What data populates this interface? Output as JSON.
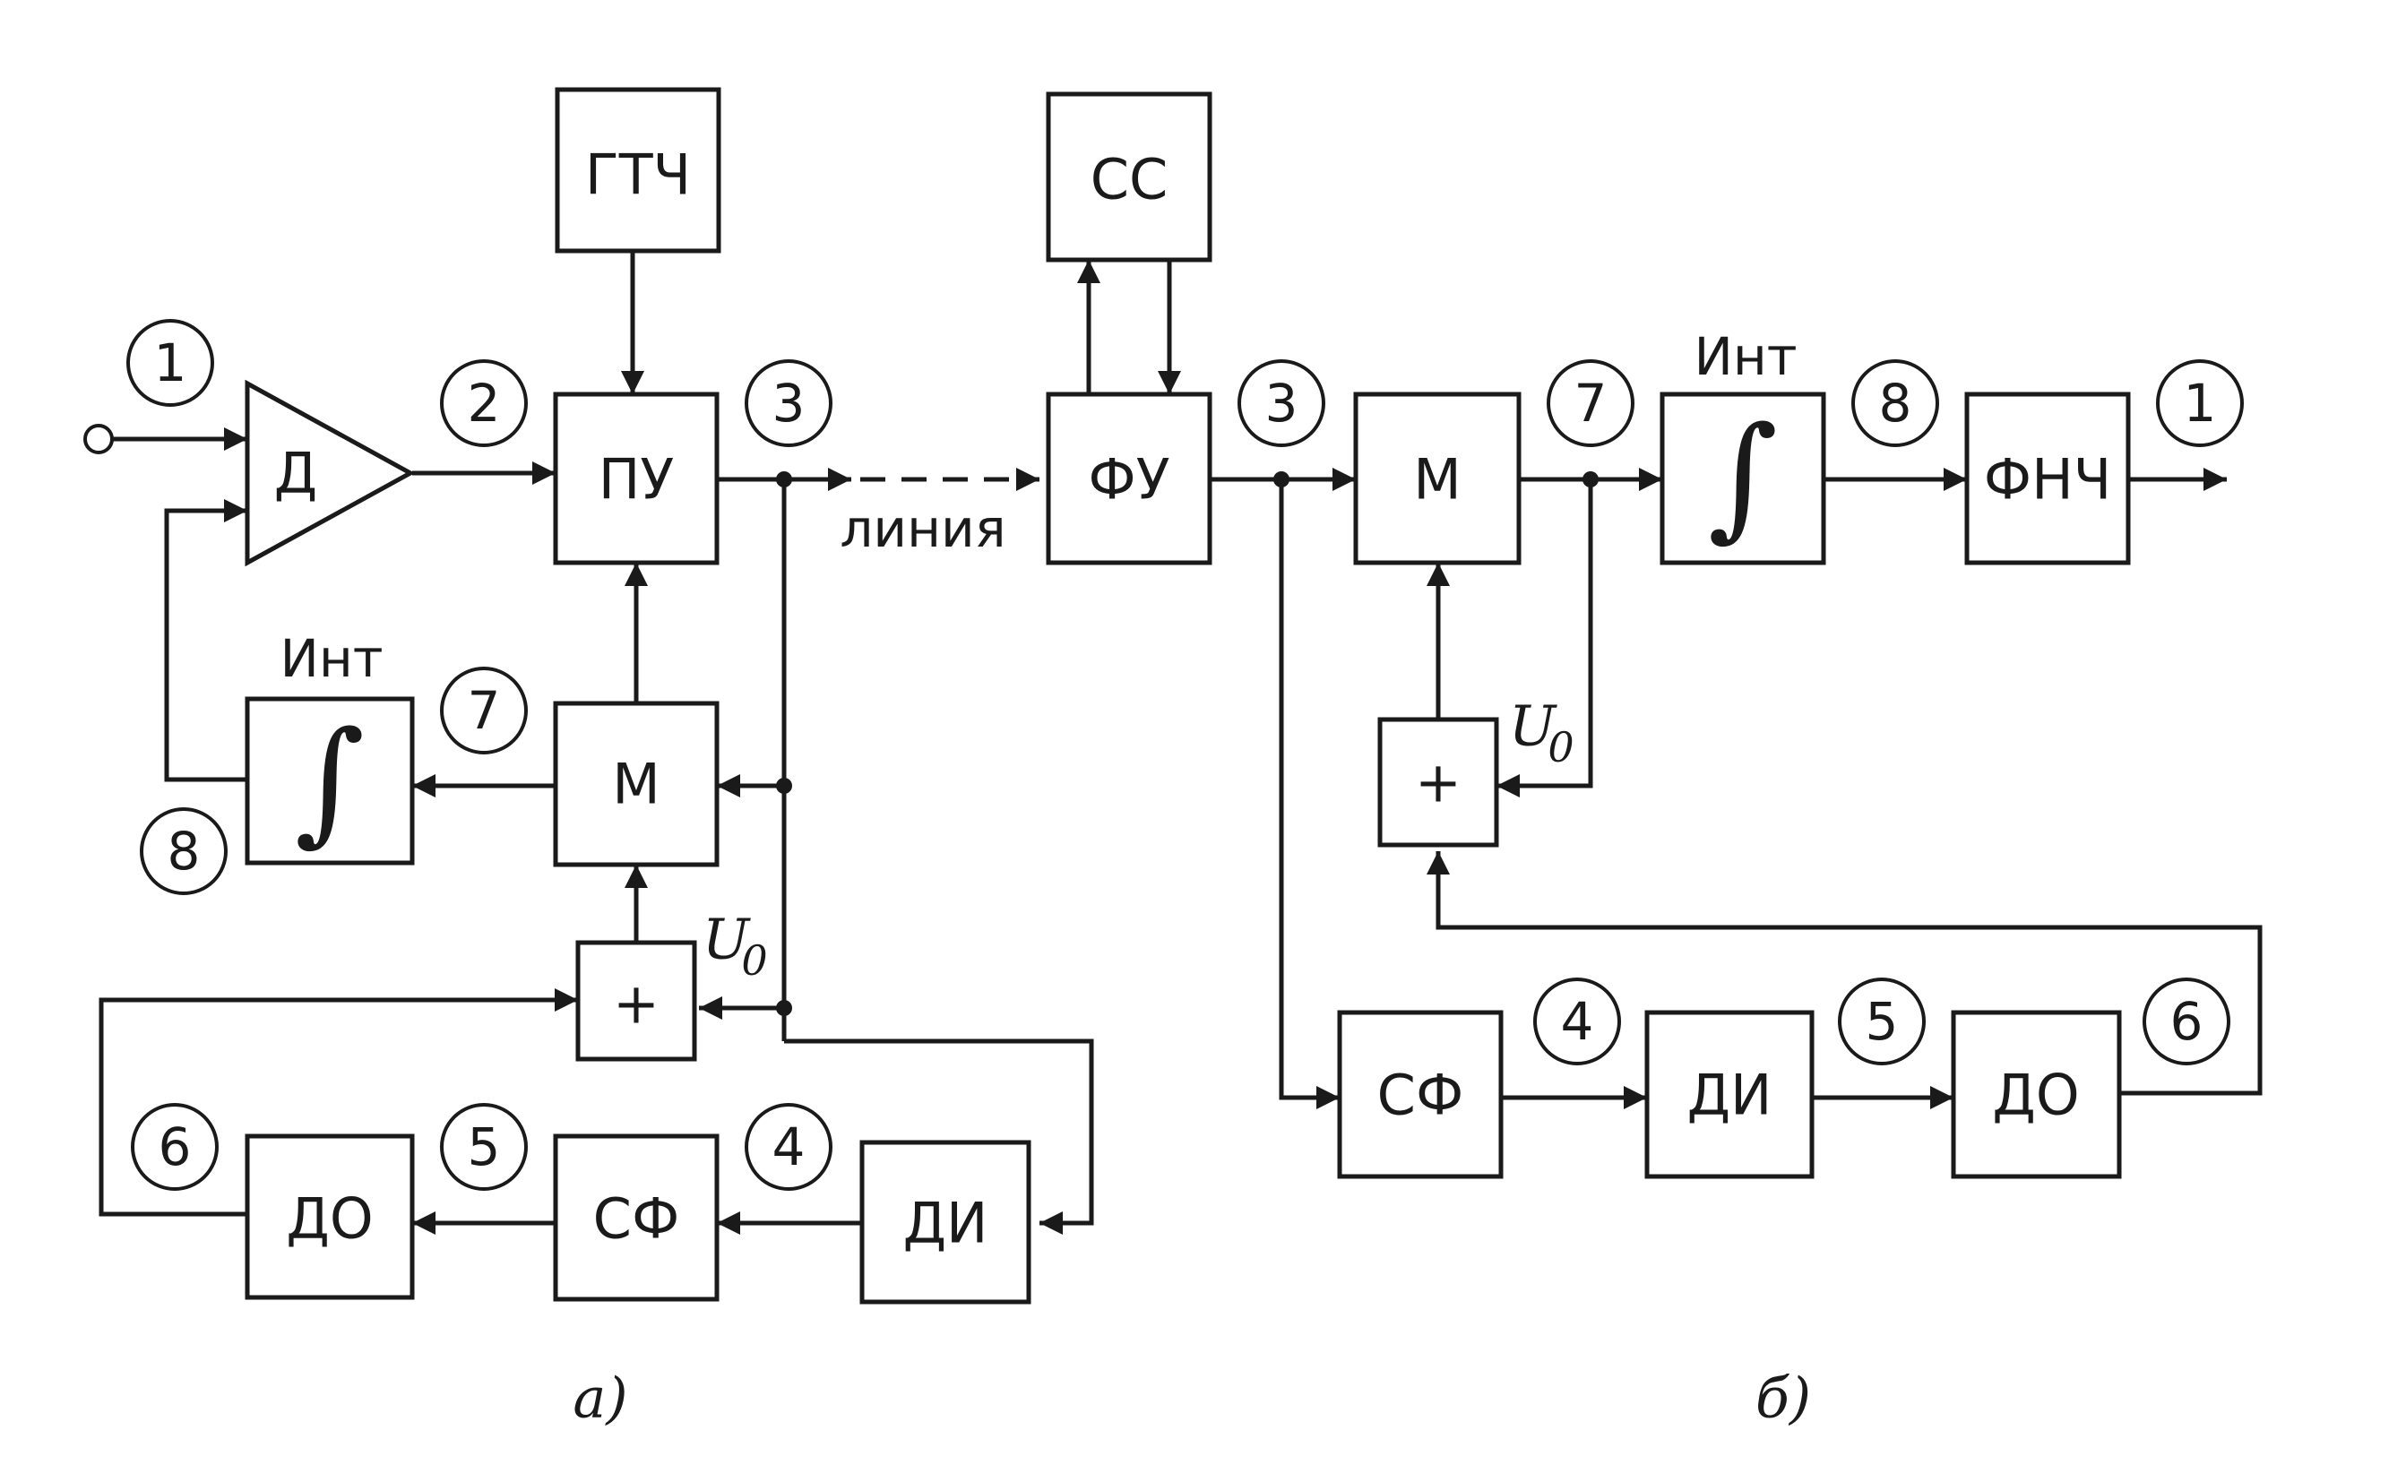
{
  "blocks": {
    "gtch": "ГТЧ",
    "pu": "ПУ",
    "d": "Д",
    "m": "М",
    "int_symbol": "∫",
    "plus": "+",
    "do": "ДО",
    "sf": "СФ",
    "di": "ДИ",
    "ss": "СС",
    "fu": "ФУ",
    "fnch": "ФНЧ"
  },
  "labels": {
    "int": "Инт",
    "line": "линия",
    "u0_main": "U",
    "u0_sub": "0",
    "part_a": "а)",
    "part_b": "б)"
  },
  "points": {
    "p1": "1",
    "p2": "2",
    "p3": "3",
    "p4": "4",
    "p5": "5",
    "p6": "6",
    "p7": "7",
    "p8": "8"
  }
}
